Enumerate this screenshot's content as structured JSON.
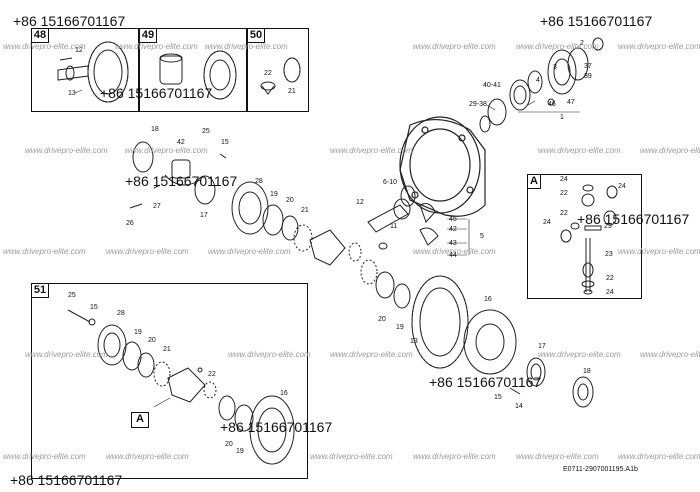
{
  "phone": "+86 15166701167",
  "watermark": "www.drivepro-elite.com",
  "drawing_code": "E0711-2907001195.A1b",
  "boxes": {
    "b48": "48",
    "b49": "49",
    "b50": "50",
    "b51": "51",
    "bA": "A",
    "refA": "A"
  },
  "labels": {
    "l12": "12",
    "l13": "13",
    "l1": "1",
    "l2": "2",
    "l3": "3",
    "l4": "4",
    "l37": "37",
    "l39": "39",
    "l47": "47",
    "l46": "46",
    "l4041": "40-41",
    "l2938": "29-38",
    "l18": "18",
    "l25": "25",
    "l15": "15",
    "l42a": "42",
    "l26": "26",
    "l27": "27",
    "l17": "17",
    "l28": "28",
    "l19": "19",
    "l20": "20",
    "l21": "21",
    "l22": "22",
    "l23": "23",
    "l24": "24",
    "l610": "6-10",
    "l11": "11",
    "l45": "45",
    "l42b": "42",
    "l43": "43",
    "l44": "44",
    "l5": "5",
    "l16": "16",
    "l14": "14",
    "l22b": "22",
    "l21b": "21",
    "l13b": "13",
    "l12b": "12",
    "l25b": "25",
    "l15b": "15",
    "l28b": "28",
    "l19b": "19",
    "l20b": "20",
    "l21c": "21",
    "l22c": "22",
    "l16b": "16",
    "l20c": "20",
    "l19c": "19",
    "l24a": "24",
    "l22d": "22",
    "l24b": "24",
    "l22e": "22",
    "l23b": "23",
    "l24c": "24",
    "l22f": "22",
    "l24d": "24",
    "l18b": "18",
    "l17b": "17",
    "l15c": "15",
    "l14b": "14",
    "l20d": "20",
    "l19d": "19"
  }
}
